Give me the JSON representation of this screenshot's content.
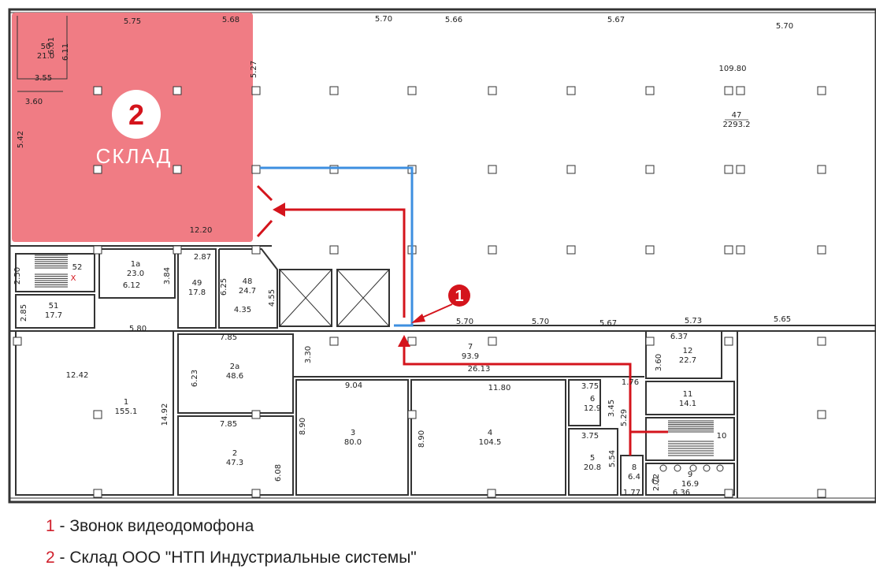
{
  "colors": {
    "warehouse_fill": "#f07c84",
    "route_red": "#d4141c",
    "route_blue": "#3d8fe0",
    "marker_red": "#d4141c",
    "wall": "#333333"
  },
  "warehouse": {
    "number": "2",
    "title": "СКЛАД"
  },
  "doorbell_marker": {
    "number": "1"
  },
  "room_labels": {
    "r47_dim": "109.80",
    "r47_num": "47",
    "r47_area": "2293.2",
    "r50_num": "50",
    "r50_area": "21.0",
    "r52_num": "52",
    "r52_mark": "X",
    "r1a_num": "1a",
    "r1a_area": "23.0",
    "r49_num": "49",
    "r49_area": "17.8",
    "r48_num": "48",
    "r48_area": "24.7",
    "r51_num": "51",
    "r51_area": "17.7",
    "r1_num": "1",
    "r1_area": "155.1",
    "r2a_num": "2a",
    "r2a_area": "48.6",
    "r2_num": "2",
    "r2_area": "47.3",
    "r3_num": "3",
    "r3_area": "80.0",
    "r4_num": "4",
    "r4_area": "104.5",
    "r7_num": "7",
    "r7_area": "93.9",
    "r12_num": "12",
    "r12_area": "22.7",
    "r11_num": "11",
    "r11_area": "14.1",
    "r10_num": "10",
    "r6_num": "6",
    "r6_area": "12.9",
    "r5_num": "5",
    "r5_area": "20.8",
    "r8_num": "8",
    "r8_area": "6.4",
    "r9_num": "9",
    "r9_area": "16.9"
  },
  "dimensions": {
    "d_575": "5.75",
    "d_568": "5.68",
    "d_570a": "5.70",
    "d_566": "5.66",
    "d_567a": "5.67",
    "d_570b": "5.70",
    "d_601": "6.01",
    "d_611": "6.11",
    "d_527": "5.27",
    "d_355": "3.55",
    "d_360a": "3.60",
    "d_542": "5.42",
    "d_1220": "12.20",
    "d_287": "2.87",
    "d_250": "2.50",
    "d_612": "6.12",
    "d_384": "3.84",
    "d_625": "6.25",
    "d_435": "4.35",
    "d_455": "4.55",
    "d_285": "2.85",
    "d_580": "5.80",
    "d_570c": "5.70",
    "d_570d": "5.70",
    "d_567b": "5.67",
    "d_573": "5.73",
    "d_565": "5.65",
    "d_1242": "12.42",
    "d_785a": "7.85",
    "d_623": "6.23",
    "d_330": "3.30",
    "d_2613": "26.13",
    "d_637": "6.37",
    "d_360b": "3.60",
    "d_904": "9.04",
    "d_1180": "11.80",
    "d_375a": "3.75",
    "d_176": "1.76",
    "d_345": "3.45",
    "d_529": "5.29",
    "d_1492": "14.92",
    "d_785b": "7.85",
    "d_890a": "8.90",
    "d_890b": "8.90",
    "d_375b": "3.75",
    "d_554": "5.54",
    "d_608": "6.08",
    "d_272": "2.72",
    "d_177": "1.77",
    "d_636": "6.36"
  },
  "legend": [
    {
      "number": "1",
      "text": " - Звонок видеодомофона"
    },
    {
      "number": "2",
      "text": " - Склад ООО \"НТП Индустриальные системы\""
    }
  ]
}
